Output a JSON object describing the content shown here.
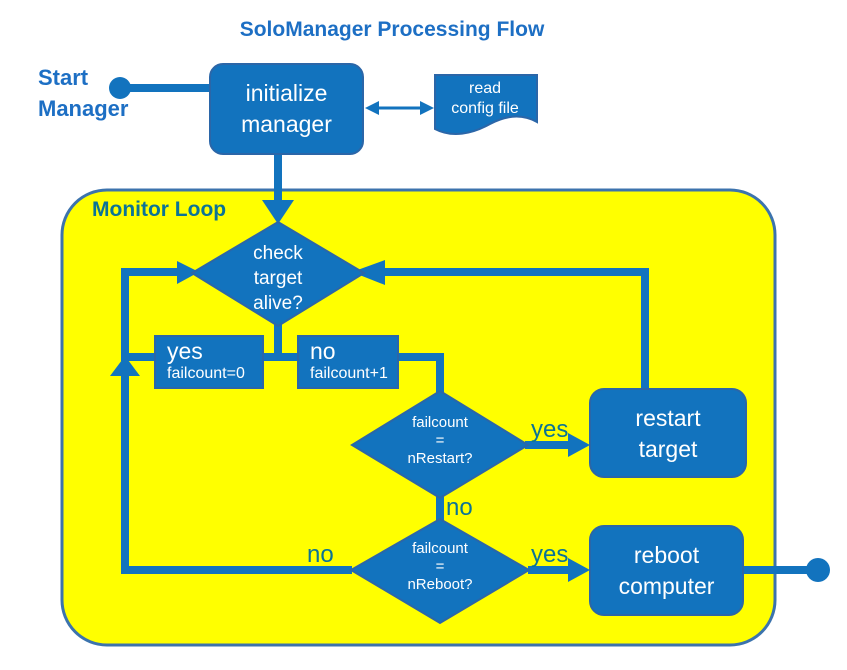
{
  "title": "SoloManager Processing Flow",
  "start_label": "Start\nManager",
  "monitor_loop": {
    "label": "Monitor Loop"
  },
  "nodes": {
    "initialize_manager": {
      "label": "initialize\nmanager"
    },
    "read_config_file": {
      "label": "read\nconfig file"
    },
    "check_target_alive": {
      "label": "check\ntarget\nalive?"
    },
    "yes_action": {
      "label": "yes",
      "detail": "failcount=0"
    },
    "no_action": {
      "label": "no",
      "detail": "failcount+1"
    },
    "failcount_nrestart": {
      "label": "failcount\n=\nnRestart?"
    },
    "failcount_nreboot": {
      "label": "failcount\n=\nnReboot?"
    },
    "restart_target": {
      "label": "restart\ntarget"
    },
    "reboot_computer": {
      "label": "reboot\ncomputer"
    }
  },
  "edge_labels": {
    "nrestart_yes": "yes",
    "nrestart_no": "no",
    "nreboot_yes": "yes",
    "nreboot_no": "no"
  },
  "colors": {
    "shape_blue": "#1273be",
    "shape_border": "#2b66a8",
    "loop_fill": "#ffff00",
    "loop_border": "#3c73ad",
    "heading_blue": "#1d6fc4",
    "label_teal": "#0b7396",
    "node_text": "#ffffff"
  }
}
